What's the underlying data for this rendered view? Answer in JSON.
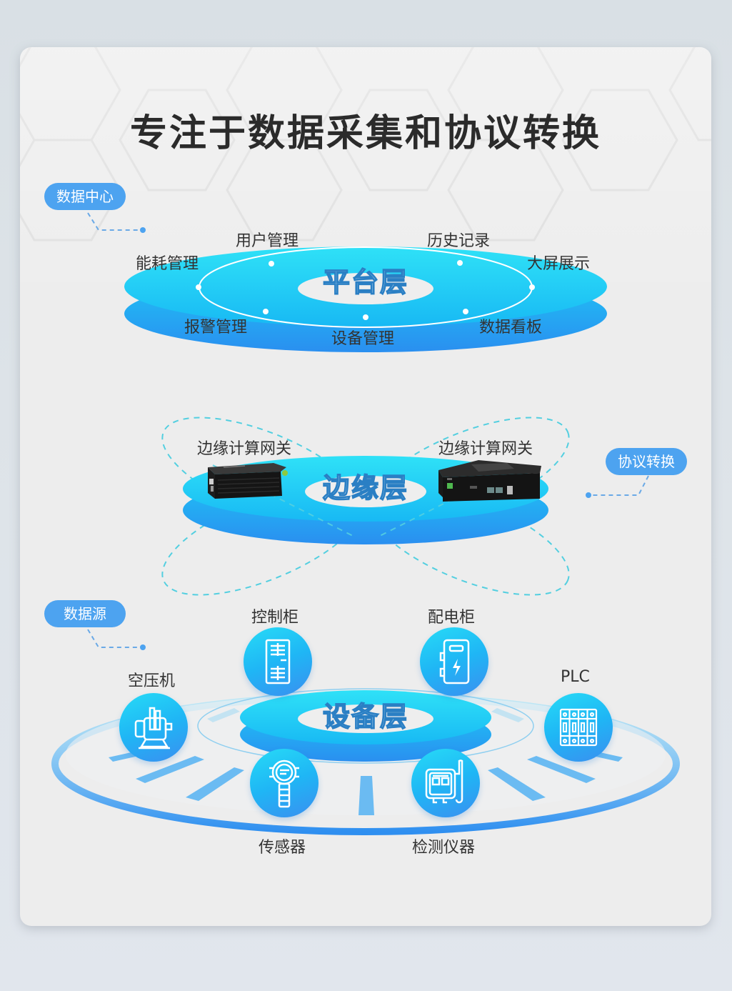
{
  "title": "专注于数据采集和协议转换",
  "tags": {
    "data_center": "数据中心",
    "protocol_conversion": "协议转换",
    "data_source": "数据源"
  },
  "platform_layer": {
    "label": "平台层",
    "functions": [
      "用户管理",
      "历史记录",
      "能耗管理",
      "大屏展示",
      "报警管理",
      "设备管理",
      "数据看板"
    ]
  },
  "edge_layer": {
    "label": "边缘层",
    "gateways": [
      {
        "label": "边缘计算网关",
        "icon": "gateway-small-icon"
      },
      {
        "label": "边缘计算网关",
        "icon": "gateway-box-icon"
      }
    ]
  },
  "device_layer": {
    "label": "设备层",
    "devices": [
      {
        "label": "控制柜",
        "icon": "control-cabinet-icon"
      },
      {
        "label": "配电柜",
        "icon": "power-distribution-cabinet-icon"
      },
      {
        "label": "空压机",
        "icon": "air-compressor-icon"
      },
      {
        "label": "PLC",
        "icon": "plc-icon"
      },
      {
        "label": "传感器",
        "icon": "sensor-icon"
      },
      {
        "label": "检测仪器",
        "icon": "detection-instrument-icon"
      }
    ]
  },
  "colors": {
    "accent_blue": "#4da3f0",
    "ring_cyan": "#22d3f4",
    "ring_blue": "#1e9af0",
    "title": "#2b2b2b",
    "card_bg": "#ededed"
  }
}
